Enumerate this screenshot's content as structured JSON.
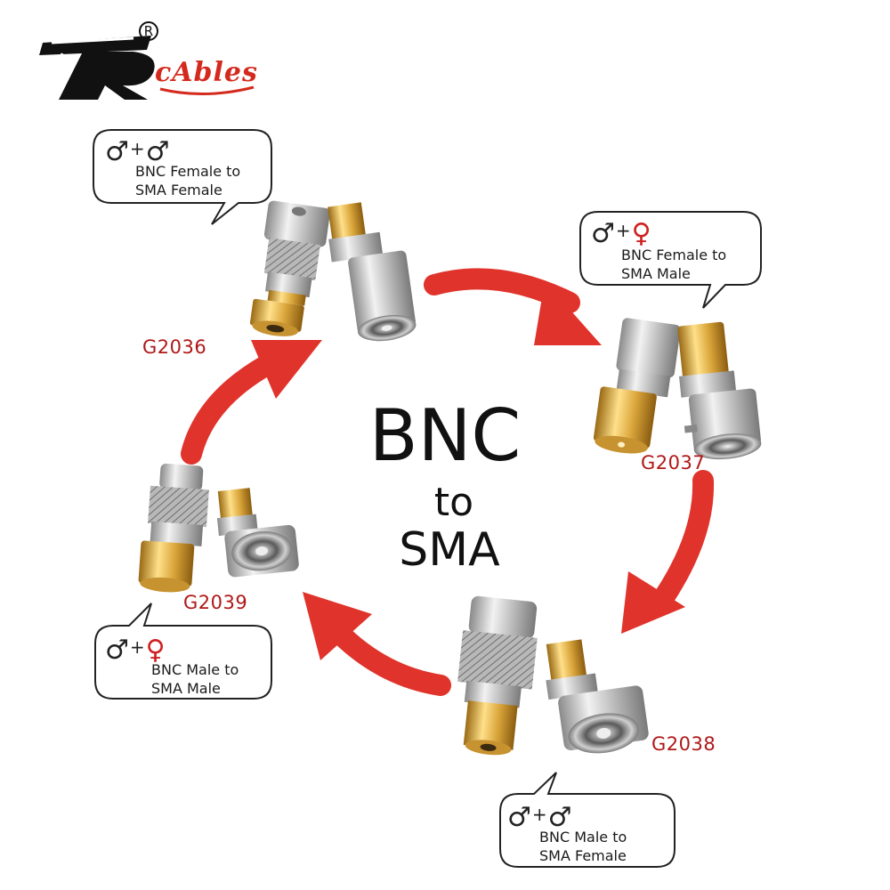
{
  "brand": {
    "name": "cAbles",
    "registered_mark": "R"
  },
  "title": {
    "line1": "BNC",
    "line2": "to",
    "line3": "SMA"
  },
  "products": [
    {
      "code": "G2036",
      "symbols": [
        "♂",
        "♂"
      ],
      "desc1": "BNC Female to",
      "desc2": "SMA Female"
    },
    {
      "code": "G2037",
      "symbols": [
        "♂",
        "♀"
      ],
      "desc1": "BNC Female to",
      "desc2": "SMA Male"
    },
    {
      "code": "G2038",
      "symbols": [
        "♂",
        "♂"
      ],
      "desc1": "BNC Male to",
      "desc2": "SMA Female"
    },
    {
      "code": "G2039",
      "symbols": [
        "♂",
        "♀"
      ],
      "desc1": "BNC Male to",
      "desc2": "SMA Male"
    }
  ],
  "plus_sign": "+",
  "colors": {
    "arrow": "#e0332b",
    "code_text": "#b01818",
    "brand_red": "#d42a1e",
    "female_symbol": "#d02020",
    "gold": "#d9a53a",
    "silver": "#c8c8c8"
  }
}
